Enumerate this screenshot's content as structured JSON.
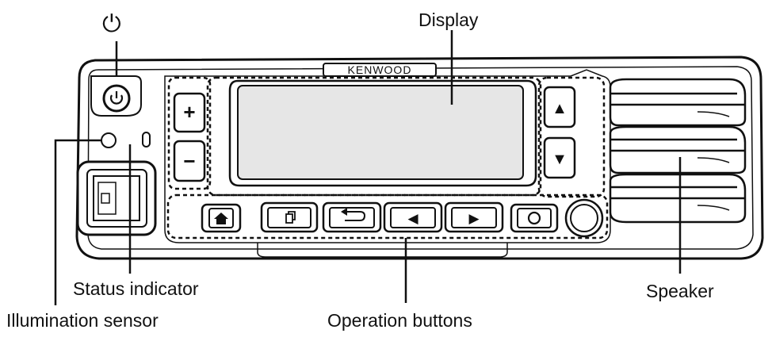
{
  "brand": "KENWOOD",
  "callouts": {
    "power_symbol": "⏻",
    "display": "Display",
    "status_indicator": "Status indicator",
    "illumination_sensor": "Illumination sensor",
    "operation_buttons": "Operation buttons",
    "speaker": "Speaker"
  },
  "buttons": {
    "power": "power-icon",
    "volume_up": "+",
    "volume_down": "−",
    "arrow_up": "▲",
    "arrow_down": "▼",
    "home": "home-icon",
    "copy": "copy-icon",
    "back": "back-icon",
    "left": "◀",
    "right": "▶",
    "circle": "○"
  },
  "colors": {
    "outline": "#111111",
    "display_fill": "#e6e6e6",
    "panel_fill": "#ffffff"
  }
}
